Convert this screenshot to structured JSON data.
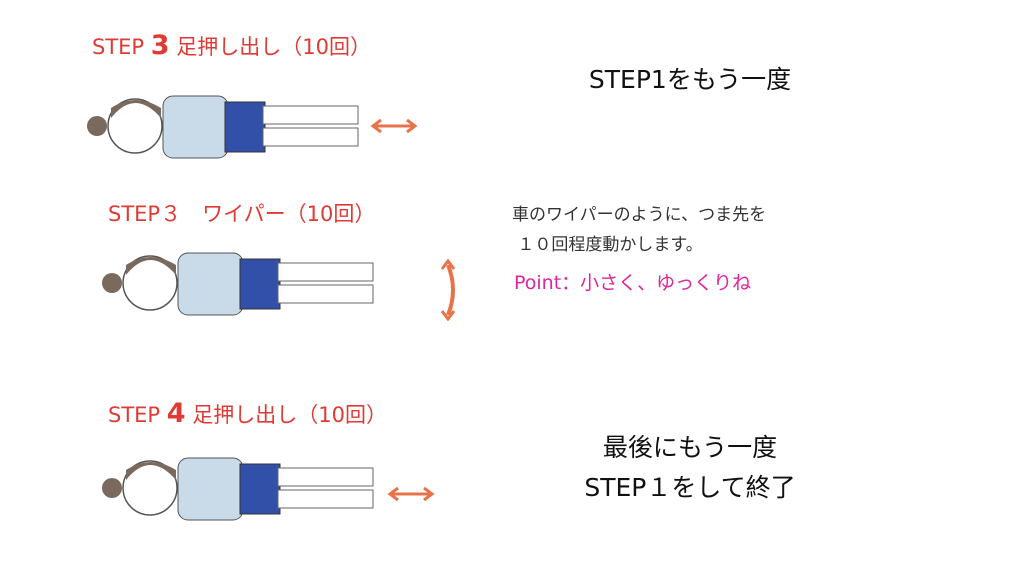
{
  "steps": [
    {
      "prefix": "STEP ",
      "num": "3",
      "title": " 足押し出し（10回）"
    },
    {
      "prefix": "STEP３",
      "num": "",
      "title": "　ワイパー（10回）"
    },
    {
      "prefix": "STEP ",
      "num": "4",
      "title": " 足押し出し（10回）"
    }
  ],
  "right": {
    "line1": "STEP1をもう一度",
    "wiper_desc_1": "車のワイパーのように、つま先を",
    "wiper_desc_2": " １０回程度動かします。",
    "point": "Point：小さく、ゆっくりね",
    "final_1": "最後にもう一度",
    "final_2": "STEP１をして終了"
  },
  "colors": {
    "red": "#e03a34",
    "pink": "#e0249a",
    "arrow": "#e8734a",
    "shirt": "#c9dbe8",
    "shorts": "#3350a8"
  }
}
